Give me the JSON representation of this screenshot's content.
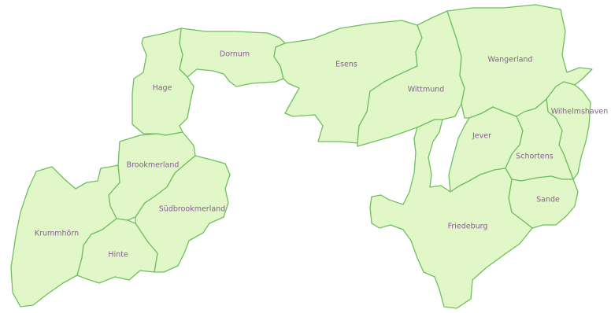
{
  "map": {
    "fill_color": "#e1f7c8",
    "border_color": "#6fbf5f",
    "label_color": "#8a5a9a",
    "regions": [
      {
        "id": "dornum",
        "label": "Dornum"
      },
      {
        "id": "hage",
        "label": "Hage"
      },
      {
        "id": "brookmerland",
        "label": "Brookmerland"
      },
      {
        "id": "suedbrookmerland",
        "label": "Südbrookmerland"
      },
      {
        "id": "krummhoern",
        "label": "Krummhörn"
      },
      {
        "id": "hinte",
        "label": "Hinte"
      },
      {
        "id": "esens",
        "label": "Esens"
      },
      {
        "id": "wittmund",
        "label": "Wittmund"
      },
      {
        "id": "wangerland",
        "label": "Wangerland"
      },
      {
        "id": "wilhelmshaven",
        "label": "Wilhelmshaven"
      },
      {
        "id": "jever",
        "label": "Jever"
      },
      {
        "id": "schortens",
        "label": "Schortens"
      },
      {
        "id": "sande",
        "label": "Sande"
      },
      {
        "id": "friedeburg",
        "label": "Friedeburg"
      }
    ]
  }
}
